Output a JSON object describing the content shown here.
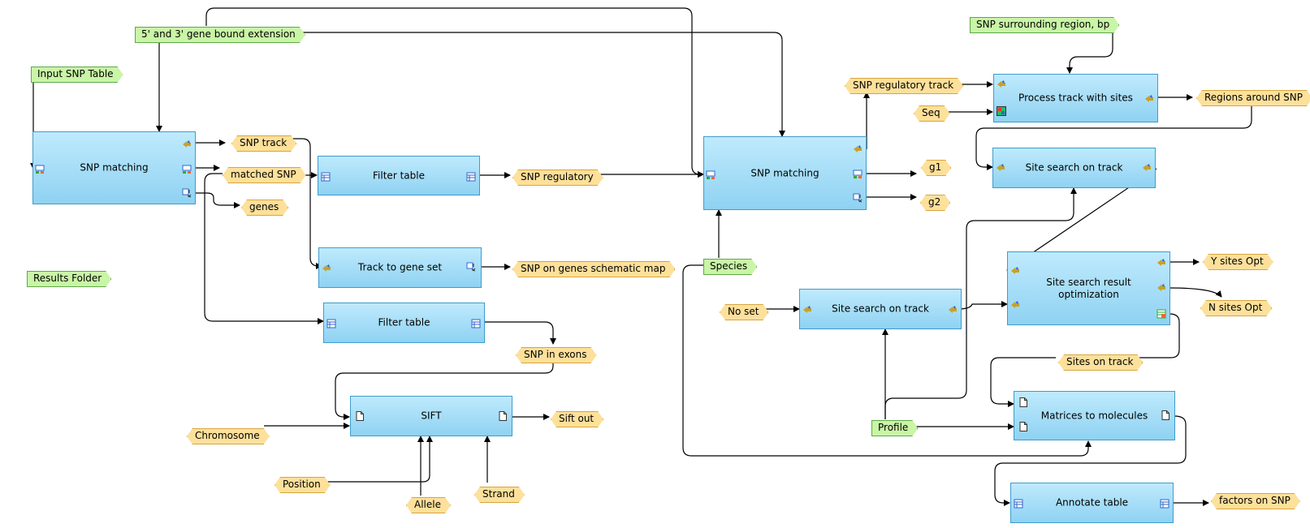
{
  "colors": {
    "node_border": "#3f9ccc",
    "node_fill_top": "#bfeafd",
    "node_fill_bottom": "#8fd2f2",
    "input_param_fill": "#c9f5a6",
    "input_param_border": "#5fa84a",
    "variable_fill": "#fde09a",
    "variable_border": "#d6a640",
    "wire": "#000000"
  },
  "nodes": {
    "snp_matching_1": "SNP matching",
    "filter_table_1": "Filter table",
    "track_to_gene_set": "Track to gene set",
    "filter_table_2": "Filter table",
    "sift": "SIFT",
    "snp_matching_2": "SNP matching",
    "process_track": "Process track with sites",
    "site_search_1": "Site search on track",
    "site_search_2": "Site search on track",
    "site_search_opt": "Site search result optimization",
    "matrices_to_molecules": "Matrices to molecules",
    "annotate_table": "Annotate table"
  },
  "inputs": {
    "gene_bound_extension": "5' and 3' gene bound extension",
    "input_snp_table": "Input SNP Table",
    "results_folder": "Results Folder",
    "species": "Species",
    "snp_surrounding_region": "SNP surrounding region, bp",
    "profile": "Profile"
  },
  "variables": {
    "snp_track": "SNP track",
    "matched_snp": "matched SNP",
    "genes": "genes",
    "snp_regulatory": "SNP regulatory",
    "snp_on_genes_map": "SNP on genes schematic map",
    "snp_in_exons": "SNP in exons",
    "sift_out": "Sift out",
    "chromosome": "Chromosome",
    "position": "Position",
    "allele": "Allele",
    "strand": "Strand",
    "snp_regulatory_track": "SNP regulatory track",
    "seq": "Seq",
    "g1": "g1",
    "g2": "g2",
    "regions_around_snp": "Regions around SNP",
    "y_sites_opt": "Y sites Opt",
    "n_sites_opt": "N sites Opt",
    "no_set": "No set",
    "sites_on_track": "Sites on track",
    "factors_on_snp": "factors on SNP"
  }
}
